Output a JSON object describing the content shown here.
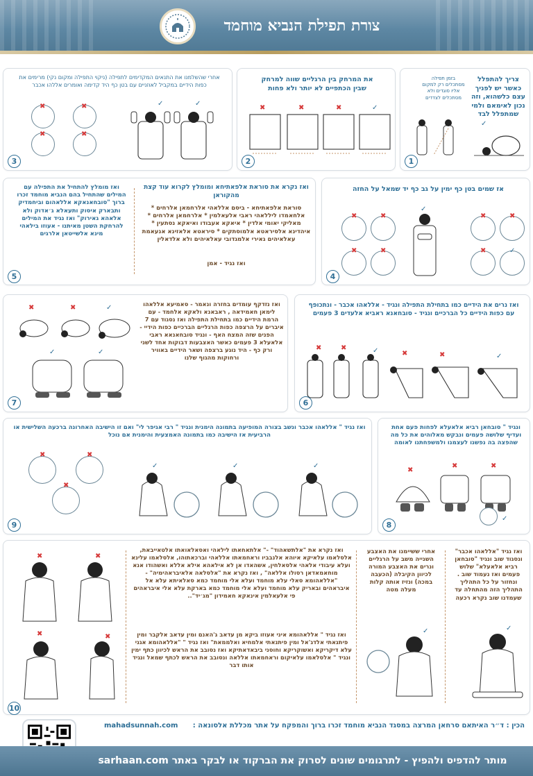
{
  "title": "צורת תפילת הנביא מוחמד",
  "panels": {
    "p1": {
      "number": "1",
      "main_text": "צריך להתפלל כאשר יש לפניך עצם כלשהוא, וזה נכון לאימאם ולמי שמתפלל לבד",
      "side_text": "בזמן תפילה מסתכלים רק למקום אליו סוגדים ולא מסתכלים לצדדים"
    },
    "p2": {
      "number": "2",
      "text": "את  המרחק בין הרגליים שווה למרחק שבין הכתפיים לא יותר ולא פחות"
    },
    "p3": {
      "number": "3",
      "text": "אחרי שהשלמנו את התנאים המקדימים לתפילה (ניקוי התפילה ומקום נקי) מרימים את כפות הידיים במקביל לאוזניים עם בטן כף היד קדימה ואומרים אללהו אכבר"
    },
    "p4": {
      "number": "4",
      "text": "אז שמים בטן כף ימין על גב כף יד שמאל על החזה"
    },
    "p5": {
      "number": "5",
      "right_text": "ואז נקרא את סוראת אלפאתיחא ומומלץ לקרוא עוד קצת מהקוראן",
      "right_body": "סוראת אלפאתיחא - ביסם אללאהי אלרחמאן אלרחים * אלחאמדו ליללאהי ראבי אלעאלמין * אלרחמאן אלרחים * מאליקי יאומי אלדין * איאקא אעבודו ואיאקא נסתעין * איהדינא אלסיראטא אלמוסתקים * סיראטא אלאזינא אנעאמת עאלאיהים גאירי אלמגדובי עאלאיהים ולא אלדאלין",
      "right_end": "ואז נגיד - אמן",
      "left_text": "ואז מומלץ להתחיל את התפילה עם המילים שהתחיל בהם הנביא מוחמד זכרו ברוך \"סובחאנאקא אללאהום וביחמדיק ותבארק איסוק ותעאלא ג׳אדוק ולא אלאהא גאירוק\" ואז נגיד את המילים להרחקת השטן מאיתנו - אעוזו בילאהי מינא אלשייטאן אלרגים"
    },
    "p6": {
      "number": "6",
      "text": "ואז נרים את הידיים כמו בתחילת התפילה ונגיד - אללאהו אכבר - ונתכופף עם כפות הידיים כל הברכיים ונגיד - סובחאנא ראביא אלעדים 3 פעמים"
    },
    "p7": {
      "number": "7",
      "text": "ואז נזדקף עומדים בחזרה ונאמר - סאמיעא אללאהו לימאן חאמידאה , ראבאנא ולאקא אלחמד - עם הרמת הידיים כמו בתחילת התפילה ואז נסגוד עם 7 איברים על הרצפה כפות הרגליים הברכיים כפות הידיי -הפנים שזה המצח  האף - ונגיד סובחאנאא ראבי אלאעלא 3 פעמים  כאשר האצבעות דבוקות אחד לשני ורק כף - היד נוגע ברצפה ושאר הידיים באוויר ורחוקות מהגוף שלנו"
    },
    "p8": {
      "number": "8",
      "text": "ונגיד \" סובחאן רביא אלאעלא  לפחות פעם אחת ועדיף שלושה פעמים ונבקש מאלוהים את כל מה שהפצה בה נפשנו לעצמנו ולמשפחתנו לאומה"
    },
    "p9": {
      "number": "9",
      "text": "ואז נגיד \" אללאהו אכבר ונשב בצורה המופיעה בתמונה הימנית ונגיד \" רבי אגיפר לי\" ואם זו הישיבה האחרונה ברכעה השלישית או הרביעית אז הישיבה כמו בתמונה האמצעית והימנית אם נוכל"
    },
    "p10": {
      "number": "10",
      "col_a": "ואז נגיד \"אללאהו אכבר\" ונסגוד שוב ונגיד \"סובחאן רביא אלאעלא\" שלוש פעמים ואז נעמוד שוב . ונחזור על כל התהליך התהליך הזה מהתחלה עד שעמדנו שוב נקרא רכעה",
      "col_b": "אחרי ששיימנו את האצבע השנייה משב על הרגליים ונרים את האצבע המורה לכיוון הקיבלה (הכעבה במכה) ונזיז אותה קלות מעלה מטה",
      "col_c_1": "ואז נקרא את \"אלתשאהוד\" -\" אלתאחאתו לילאהי ואסאלאואתו אלטאייבאת, אלסלאמו עלאיקא איוהא אלנבביו וראחמאתו אללאהי וברכאתוהו, אלסלאמו עלינא ועלא עיבודי אלאהי אלסאלחין, אשהאדו אן לא אילאהא אילא אללא ואשהודו אנא מוחאמאדאן רסולו אללאה\" , ואז נקרא את \"אלסלאה אלאיבראהימיה\" - \"אללאהומא סאלי עלא מוחמד ועלא אלי מוחמד כמא סאלאיתא עלא אל איבראהים ובאריק עלא מוחמד ועלא אלי מוחמד כמא בארקת עלא אלי איבראהים פי אלעאלמין אינאקא חאמידון \"מג׳יד\"..",
      "col_c_2": "ואז נגיד \" אללאהומא איני אעוזו ביקא מן עדאב ג'האנם ומין עדאב אלקבר ומין פיתנאתי אלדג'אל ומין פיתנאתי אלמחיא ואלממאת\" ואז נגיד \" \"אללאהומא אגני עלא דיקריקא  ואשוקריקא וחוסני ביבאדאתיקא ואז נסובב את הראש לכיוון כתף ימין ונגיד \" אלסלאמו עלאיקום וראחמאתו אללאה ונסובב את הראש לכתף שמאל ונגיד אותו דבר"
    }
  },
  "credits": {
    "author": "הכין : ד״ר האיתאם סרחאן המרצה במסגד הנביא מוחמד זכרו ברוך והמפקח על אתר מכללת אלסונאה :",
    "site": "mahadsunnah.com"
  },
  "footer": {
    "text": "מותר להדפיס ולהפיץ - לתרגומים שונים לסרוק את הברקוד או לבקר באתר sarhaan.com"
  },
  "colors": {
    "accent": "#2b6d95",
    "header": "#5d87a3",
    "wrong": "#d63a3a",
    "brown": "#6b4a2a"
  },
  "icons": {
    "correct": "check-mark-icon",
    "wrong": "x-mark-icon",
    "logo": "mosque-logo-icon"
  }
}
